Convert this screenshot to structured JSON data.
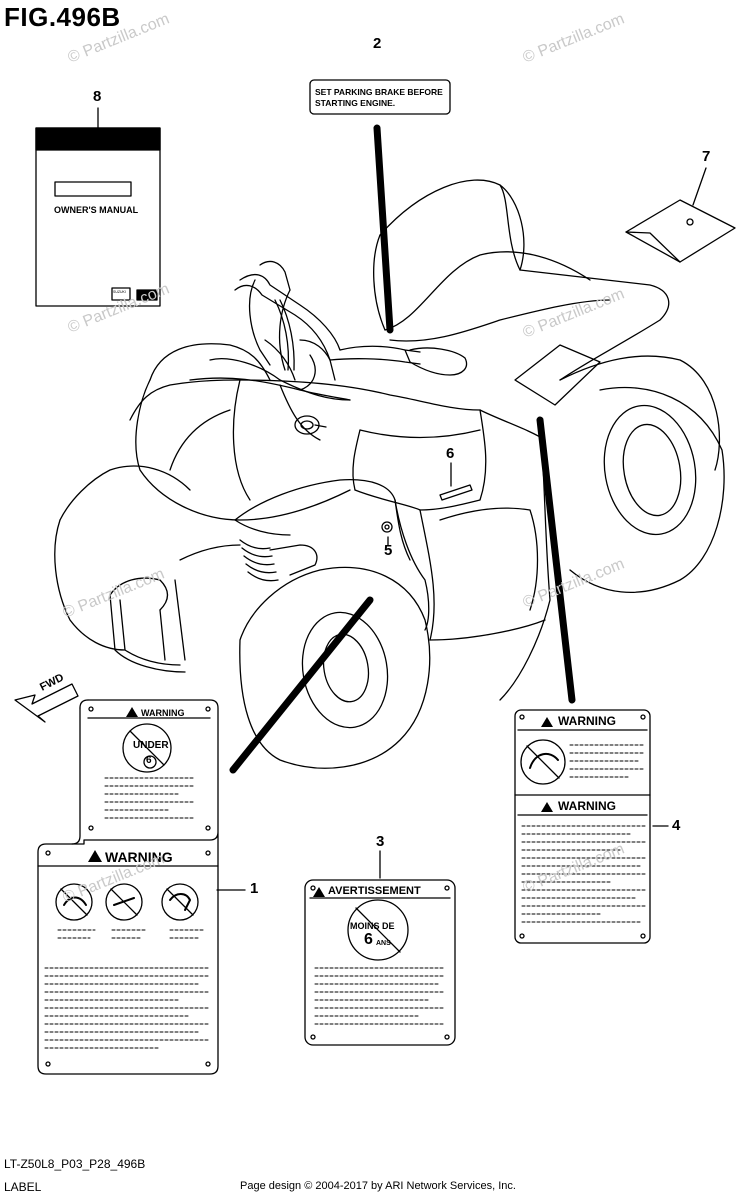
{
  "figure": {
    "title": "FIG.496B",
    "model_code": "LT-Z50L8_P03_P28_496B",
    "section_label": "LABEL",
    "copyright": "Page design © 2004-2017 by ARI Network Services, Inc.",
    "watermark": "© Partzilla.com",
    "fwd_label": "FWD"
  },
  "callouts": {
    "c1": "1",
    "c2": "2",
    "c3": "3",
    "c4": "4",
    "c5": "5",
    "c6": "6",
    "c7": "7",
    "c8": "8"
  },
  "labels": {
    "parking": {
      "line1": "SET PARKING BRAKE BEFORE",
      "line2": "STARTING ENGINE."
    },
    "manual": {
      "title": "OWNER'S MANUAL",
      "brand": "SUZUKI"
    },
    "warning": "WARNING",
    "under": {
      "word": "UNDER",
      "num": "6"
    },
    "avertissement": "AVERTISSEMENT",
    "moins": {
      "line1": "MOINS DE",
      "num": "6",
      "unit": "ANS"
    }
  }
}
